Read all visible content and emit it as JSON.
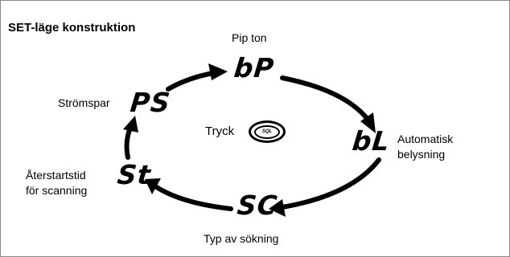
{
  "title": "SET-läge konstruktion",
  "center_label": "Tryck",
  "button_text": "SQL",
  "modes": {
    "beep": {
      "display": "bP",
      "label": "Pip ton"
    },
    "backlight": {
      "display": "bL",
      "label_line1": "Automatisk",
      "label_line2": "belysning"
    },
    "search": {
      "display": "SC",
      "label": "Typ av sökning"
    },
    "restart": {
      "display": "St",
      "label_line1": "Återstartstid",
      "label_line2": "för scanning"
    },
    "powersave": {
      "display": "PS",
      "label": "Strömspar"
    }
  }
}
